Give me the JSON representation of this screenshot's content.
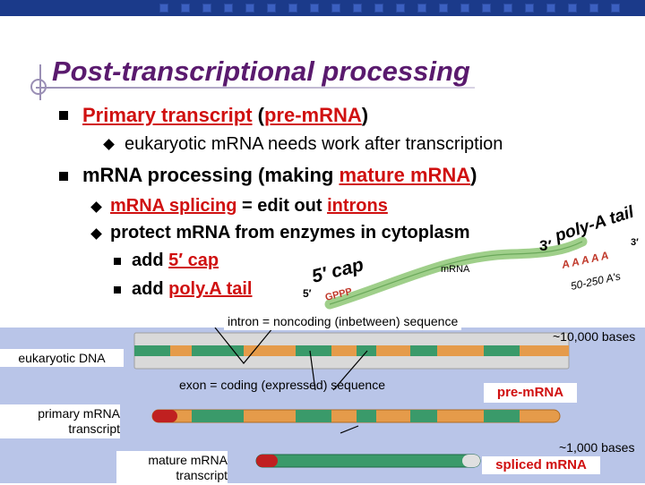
{
  "slide": {
    "title": "Post-transcriptional processing",
    "bullets": {
      "b1": {
        "part1": "Primary transcript",
        "part2": " (",
        "part3": "pre-mRNA",
        "part4": ")"
      },
      "b1_sub": "eukaryotic mRNA needs work after transcription",
      "b2": {
        "part1": "mRNA processing (making ",
        "part2": "mature mRNA",
        "part3": ")"
      },
      "b2_sub1": {
        "part1": "mRNA splicing",
        "part2": " = edit out ",
        "part3": "introns"
      },
      "b2_sub2": "protect mRNA from enzymes in cytoplasm",
      "b2_sub2_a": {
        "part1": "add ",
        "part2": "5′ cap"
      },
      "b2_sub2_b": {
        "part1": "add ",
        "part2": "poly.A tail"
      }
    }
  },
  "mrna_figure": {
    "cap_text": "5′ cap",
    "five_prime": "5′",
    "gppp": "GPPP",
    "mrna_label": "mRNA",
    "three_prime_left": "3′",
    "poly_a_tail": "poly-A tail",
    "three_prime_right": "3′",
    "a_run": "A A A A A",
    "a_count": "50-250 A's"
  },
  "diagram": {
    "intron_label": "intron = noncoding (inbetween) sequence",
    "bases_top": "~10,000 bases",
    "eukaryotic_dna": "eukaryotic DNA",
    "exon_label": "exon = coding (expressed) sequence",
    "pre_mrna": "pre-mRNA",
    "primary_mrna": "primary mRNA transcript",
    "mature_mrna": "mature mRNA transcript",
    "bases_bottom": "~1,000 bases",
    "spliced_mrna": "spliced mRNA"
  },
  "colors": {
    "title": "#5a1a6e",
    "accent_red": "#d01010",
    "exon_green": "#3a9a6a",
    "intron_orange": "#e08a3a",
    "header_bar": "#1b3a8a"
  }
}
